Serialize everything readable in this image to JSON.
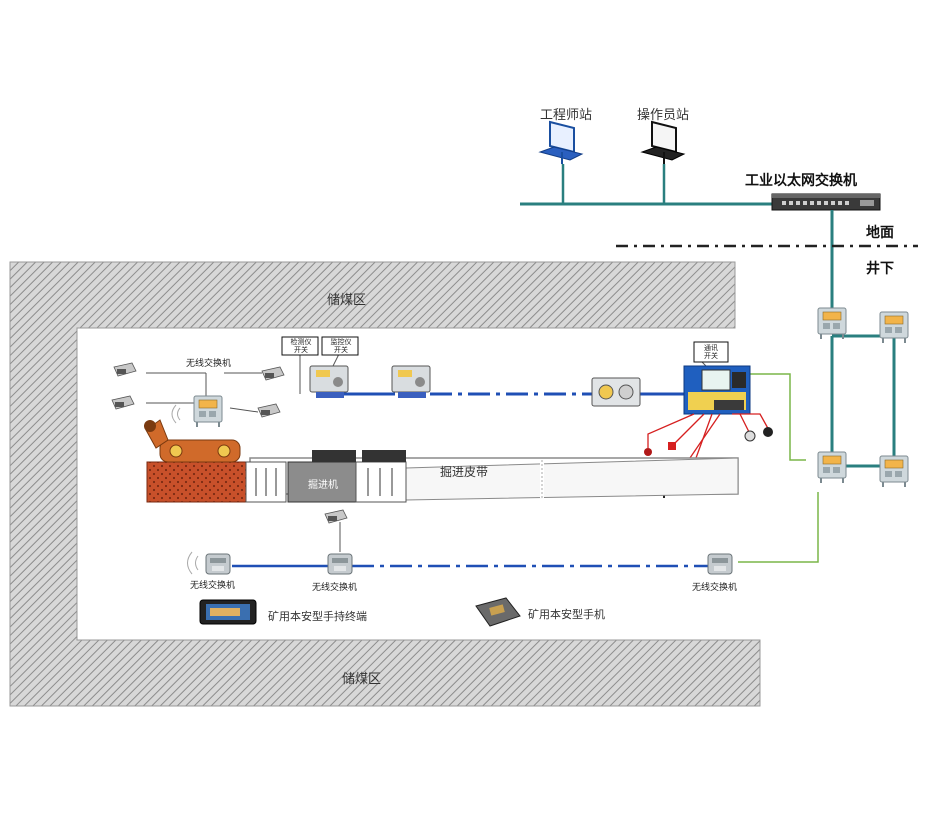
{
  "surface": {
    "eng_station": "工程师站",
    "op_station": "操作员站",
    "switch": "工业以太网交换机",
    "ground": "地面",
    "underground": "井下"
  },
  "mine": {
    "area_top": "储煤区",
    "area_bottom": "储煤区",
    "wireless_switch_top": "无线交换机",
    "box1": "检测仪\n开关",
    "box2": "监控仪\n开关",
    "box3": "通讯\n开关",
    "roadheader": "掘进机",
    "belt": "掘进皮带",
    "wireless_1": "无线交换机",
    "wireless_2": "无线交换机",
    "wireless_3": "无线交换机",
    "terminal": "矿用本安型手持终端",
    "phone": "矿用本安型手机"
  },
  "colors": {
    "network": "#2a7f7f",
    "data_line": "#1f4fb5",
    "wifi_line": "#7ab648",
    "alarm_line": "#d62020",
    "hatch": "#9a9a9a",
    "roadheader": "#d06a2a"
  }
}
